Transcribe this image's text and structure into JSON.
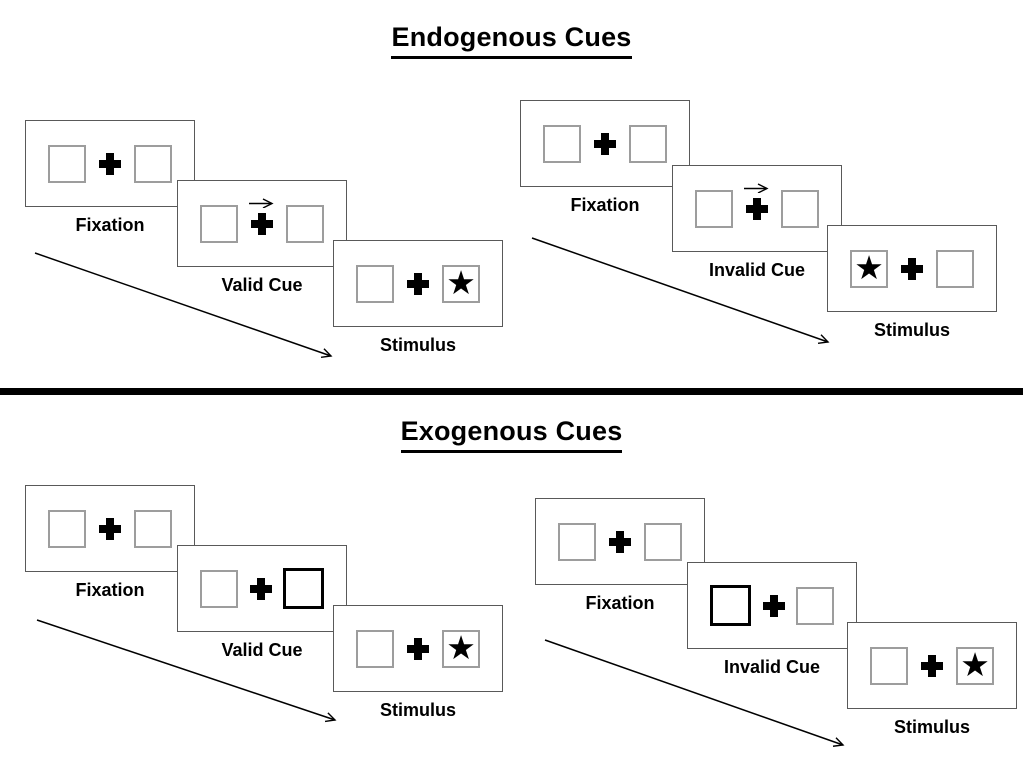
{
  "glyphs": {
    "star": "★"
  },
  "colors": {
    "panel_border": "#595959",
    "placeholder_border": "#9d9d9d",
    "cue_highlight_border": "#000000",
    "text": "#000000",
    "divider": "#000000"
  },
  "sections": [
    {
      "title": "Endogenous Cues",
      "sequences": [
        {
          "name": "valid",
          "panels": [
            {
              "label": "Fixation",
              "left": "empty",
              "right": "empty",
              "cue": "none"
            },
            {
              "label": "Valid Cue",
              "left": "empty",
              "right": "empty",
              "cue": "arrow-right-above-cross"
            },
            {
              "label": "Stimulus",
              "left": "empty",
              "right": "star",
              "cue": "none"
            }
          ]
        },
        {
          "name": "invalid",
          "panels": [
            {
              "label": "Fixation",
              "left": "empty",
              "right": "empty",
              "cue": "none"
            },
            {
              "label": "Invalid Cue",
              "left": "empty",
              "right": "empty",
              "cue": "arrow-right-above-cross"
            },
            {
              "label": "Stimulus",
              "left": "star",
              "right": "empty",
              "cue": "none"
            }
          ]
        }
      ]
    },
    {
      "title": "Exogenous Cues",
      "sequences": [
        {
          "name": "valid",
          "panels": [
            {
              "label": "Fixation",
              "left": "empty",
              "right": "empty",
              "cue": "none"
            },
            {
              "label": "Valid Cue",
              "left": "empty",
              "right": "empty-thick",
              "cue": "right-box-highlight"
            },
            {
              "label": "Stimulus",
              "left": "empty",
              "right": "star",
              "cue": "none"
            }
          ]
        },
        {
          "name": "invalid",
          "panels": [
            {
              "label": "Fixation",
              "left": "empty",
              "right": "empty",
              "cue": "none"
            },
            {
              "label": "Invalid Cue",
              "left": "empty-thick",
              "right": "empty",
              "cue": "left-box-highlight"
            },
            {
              "label": "Stimulus",
              "left": "empty",
              "right": "star",
              "cue": "none"
            }
          ]
        }
      ]
    }
  ]
}
